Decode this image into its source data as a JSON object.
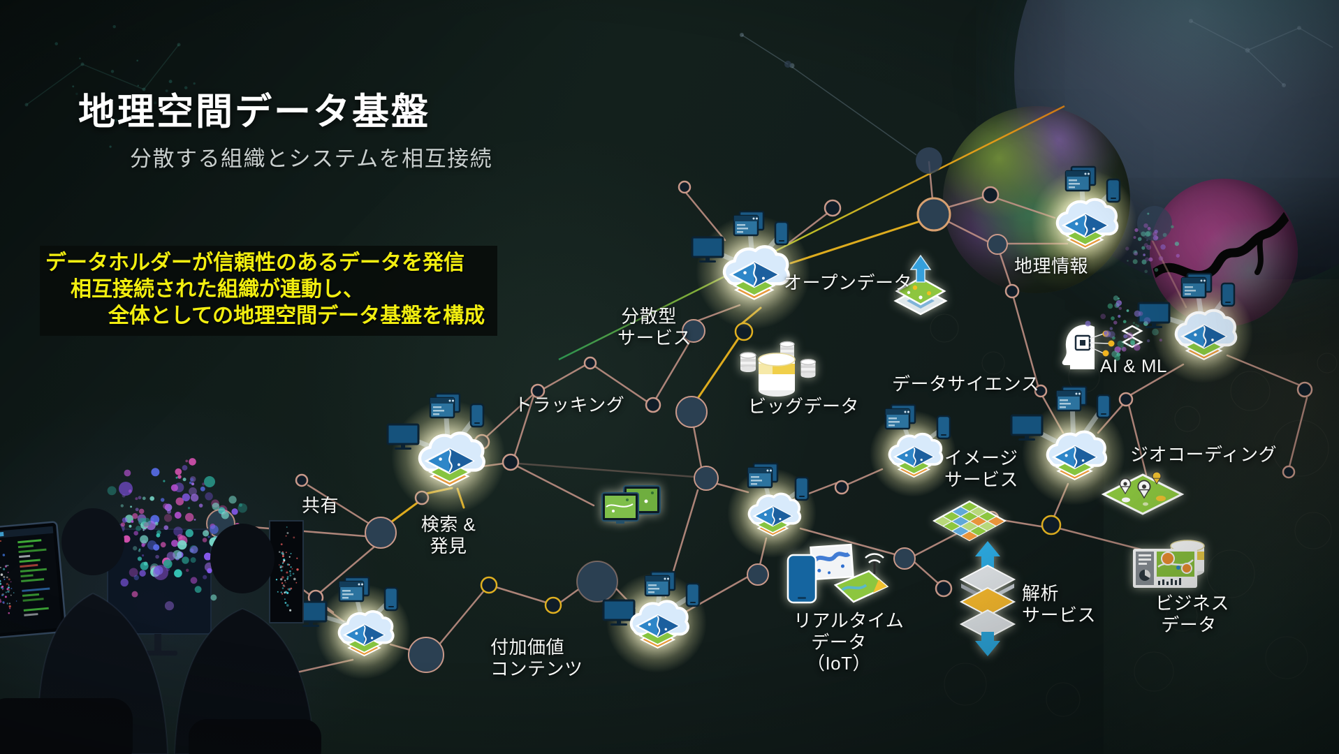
{
  "title": {
    "heading": "地理空間データ基盤",
    "subheading": "分散する組織とシステムを相互接続"
  },
  "callout": {
    "line1": "データホルダーが信頼性のあるデータを発信",
    "line2": "相互接続された組織が連動し、",
    "line3": "全体としての地理空間データ基盤を構成"
  },
  "labels": {
    "open_data": "オープンデータ",
    "geo_info": "地理情報",
    "distributed_1": "分散型",
    "distributed_2": "サービス",
    "tracking": "トラッキング",
    "big_data": "ビッグデータ",
    "data_science": "データサイエンス",
    "ai_ml": "AI & ML",
    "image_1": "イメージ",
    "image_2": "サービス",
    "geocoding": "ジオコーディング",
    "sharing": "共有",
    "search_1": "検索 &",
    "search_2": "発見",
    "analysis_1": "解析",
    "analysis_2": "サービス",
    "business_1": "ビジネス",
    "business_2": "データ",
    "realtime_1": "リアルタイム",
    "realtime_2": "データ",
    "realtime_3": "（IoT）",
    "value_added_1": "付加価値",
    "value_added_2": "コンテンツ"
  },
  "icons": {
    "hub": "cloud-map-layers-icon",
    "open_data": "map-layer-upload-icon",
    "big_data": "database-cylinders-icon",
    "ai_ml": "ai-head-chip-icon",
    "analysis": "layer-stack-arrows-icon",
    "geocoding": "map-pins-icon",
    "business": "dashboard-database-icon",
    "realtime": "phone-map-antenna-icon",
    "tracking": "map-screens-icon",
    "image_service": "checker-map-icon",
    "devices": [
      "monitor-icon",
      "browser-icon",
      "phone-icon"
    ]
  },
  "colors": {
    "background": "#101b18",
    "network_line": "#c9978a",
    "highlight_line": "#e8b41e",
    "node_fill": "#2b4052",
    "cloud": "#d8eafb",
    "glow": "#f7f3d2",
    "callout_text": "#f2ee10",
    "callout_bg": "#0a0f0d",
    "title": "#ffffff",
    "subtitle": "#c9cfce"
  }
}
